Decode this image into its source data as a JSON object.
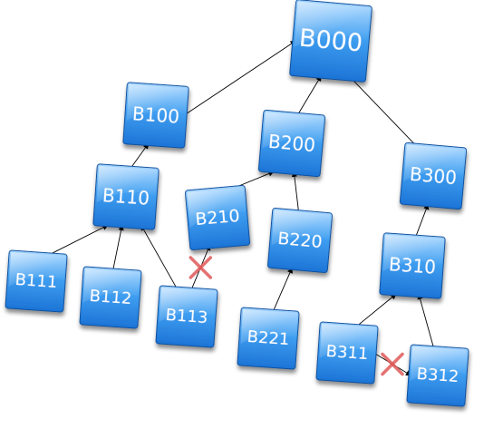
{
  "diagram": {
    "nodes": [
      {
        "id": "B000",
        "label": "B000"
      },
      {
        "id": "B100",
        "label": "B100"
      },
      {
        "id": "B200",
        "label": "B200"
      },
      {
        "id": "B300",
        "label": "B300"
      },
      {
        "id": "B110",
        "label": "B110"
      },
      {
        "id": "B210",
        "label": "B210"
      },
      {
        "id": "B220",
        "label": "B220"
      },
      {
        "id": "B310",
        "label": "B310"
      },
      {
        "id": "B111",
        "label": "B111"
      },
      {
        "id": "B112",
        "label": "B112"
      },
      {
        "id": "B113",
        "label": "B113"
      },
      {
        "id": "B221",
        "label": "B221"
      },
      {
        "id": "B311",
        "label": "B311"
      },
      {
        "id": "B312",
        "label": "B312"
      }
    ],
    "edges": [
      {
        "from": "B100",
        "to": "B000",
        "blocked": false
      },
      {
        "from": "B200",
        "to": "B000",
        "blocked": false
      },
      {
        "from": "B300",
        "to": "B000",
        "blocked": false
      },
      {
        "from": "B110",
        "to": "B100",
        "blocked": false
      },
      {
        "from": "B210",
        "to": "B200",
        "blocked": false
      },
      {
        "from": "B220",
        "to": "B200",
        "blocked": false
      },
      {
        "from": "B310",
        "to": "B300",
        "blocked": false
      },
      {
        "from": "B111",
        "to": "B110",
        "blocked": false
      },
      {
        "from": "B112",
        "to": "B110",
        "blocked": false
      },
      {
        "from": "B113",
        "to": "B110",
        "blocked": false
      },
      {
        "from": "B113",
        "to": "B210",
        "blocked": true
      },
      {
        "from": "B221",
        "to": "B220",
        "blocked": false
      },
      {
        "from": "B311",
        "to": "B310",
        "blocked": false
      },
      {
        "from": "B312",
        "to": "B310",
        "blocked": false
      },
      {
        "from": "B311",
        "to": "B312",
        "blocked": true
      }
    ],
    "colors": {
      "node_top": "#9fd2ff",
      "node_mid": "#3f9ef0",
      "node_bottom": "#1c74d6",
      "node_border": "#0d4f9e",
      "edge": "#000000",
      "blocked_mark": "#e05a5a"
    }
  }
}
